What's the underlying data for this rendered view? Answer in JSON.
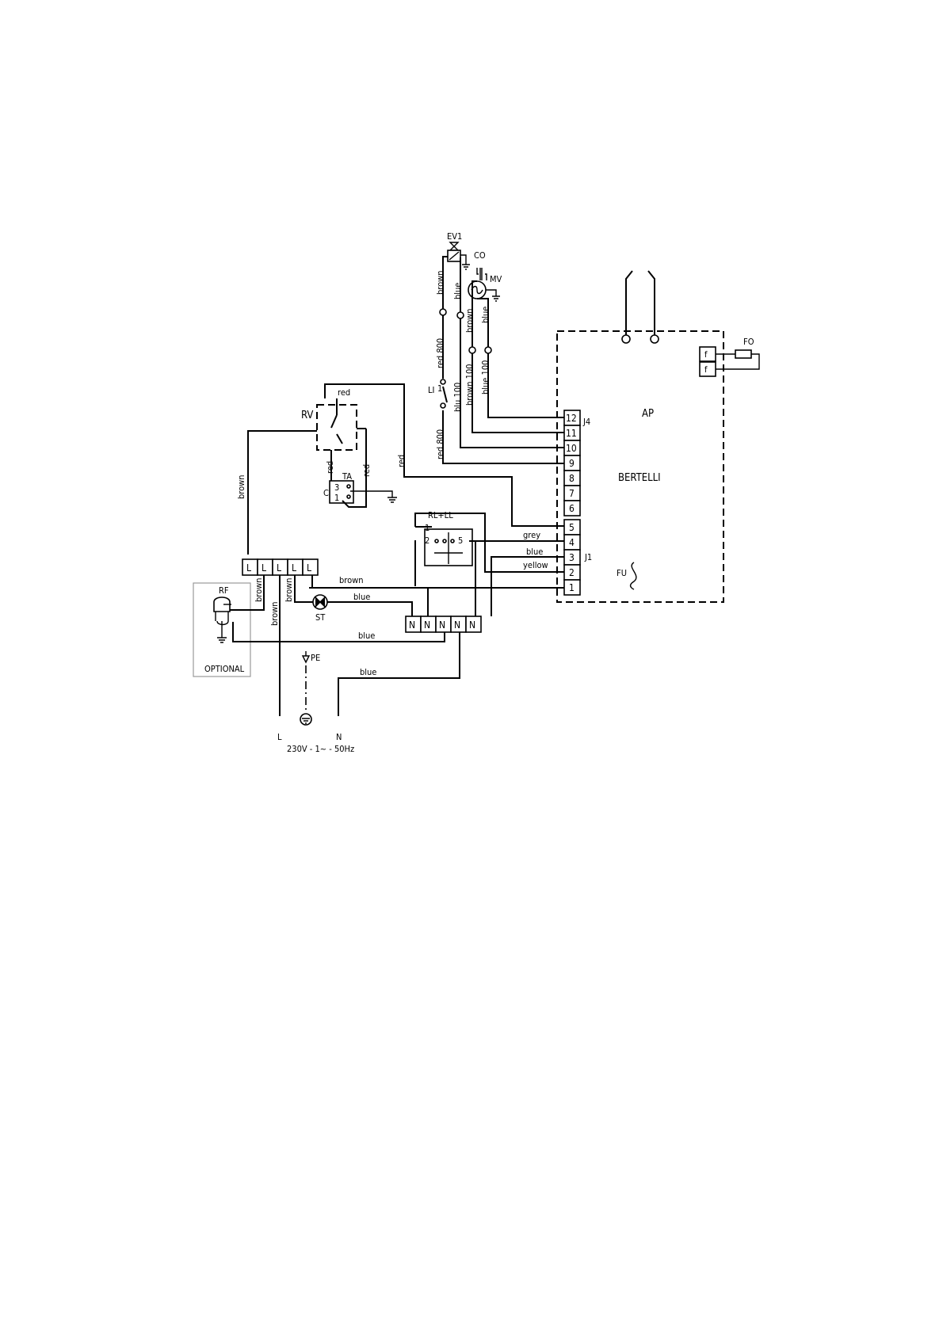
{
  "components": {
    "ev1": "EV1",
    "co": "CO",
    "mv": "MV",
    "fo": "FO",
    "ap": "AP",
    "bertelli": "BERTELLI",
    "li": "LI",
    "rv": "RV",
    "ta": "TA",
    "rl_ll": "RL+LL",
    "rf": "RF",
    "st": "ST",
    "fu": "FU",
    "pe": "PE",
    "optional": "OPTIONAL",
    "l": "L",
    "n": "N",
    "supply": "230V - 1~ - 50Hz",
    "j4": "J4",
    "j1": "J1"
  },
  "fo_terminals": [
    "f",
    "f"
  ],
  "wire_labels": {
    "brown": "brown",
    "blue": "blue",
    "red": "red",
    "grey": "grey",
    "yellow": "yellow",
    "red_800": "red 800",
    "blu_100": "blu 100",
    "brown_100": "brown 100",
    "blue_100": "blue 100"
  },
  "j4_terminals": [
    "12",
    "11",
    "10",
    "9",
    "8",
    "7",
    "6"
  ],
  "j1_terminals": [
    "5",
    "4",
    "3",
    "2",
    "1"
  ],
  "l_terminals": [
    "L",
    "L",
    "L",
    "L",
    "L"
  ],
  "n_terminals": [
    "N",
    "N",
    "N",
    "N",
    "N"
  ],
  "ta_pins": [
    "3",
    "1"
  ],
  "rl_pins": [
    "1",
    "2",
    "5"
  ],
  "li_pin": "1",
  "ta_pin_c": "C"
}
